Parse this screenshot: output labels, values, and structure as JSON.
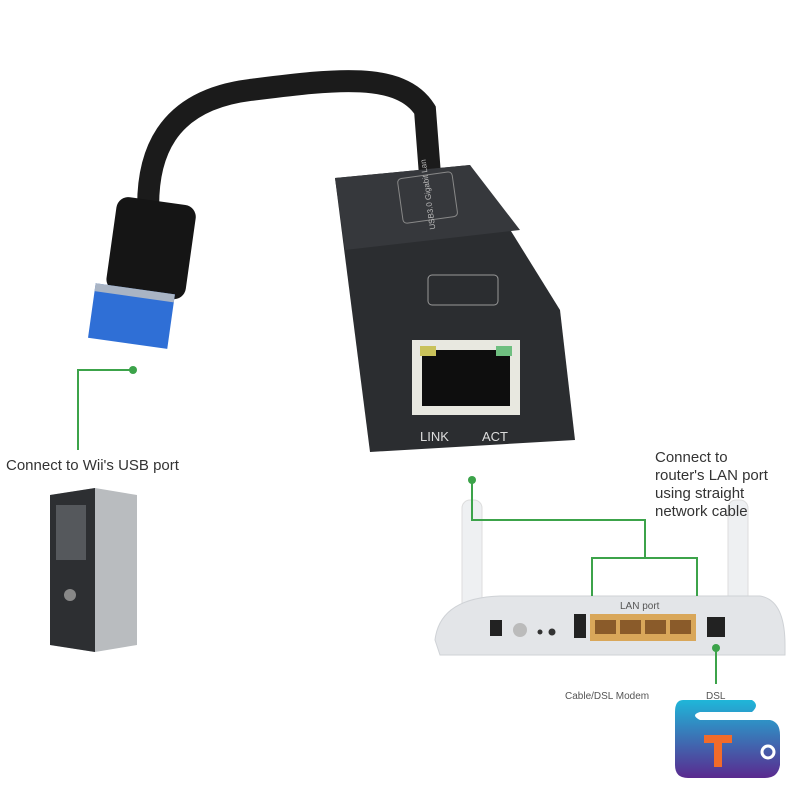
{
  "callouts": {
    "usb": "Connect to Wii's USB port",
    "lan": "Connect to\nrouter's LAN port\nusing straight\nnetwork cable"
  },
  "adapter": {
    "link_label": "LINK",
    "act_label": "ACT",
    "side_text": "USB3.0 Gigabit Lan"
  },
  "router": {
    "lan_port_label": "LAN port",
    "modem_label": "Cable/DSL Modem",
    "dsl_label": "DSL"
  },
  "logo": {
    "letter": "T"
  },
  "colors": {
    "callout_line": "#3ca34a",
    "usb_blue": "#2f6fd6",
    "lan_port": "#d9a75a",
    "adapter_body": "#2b2d30"
  }
}
